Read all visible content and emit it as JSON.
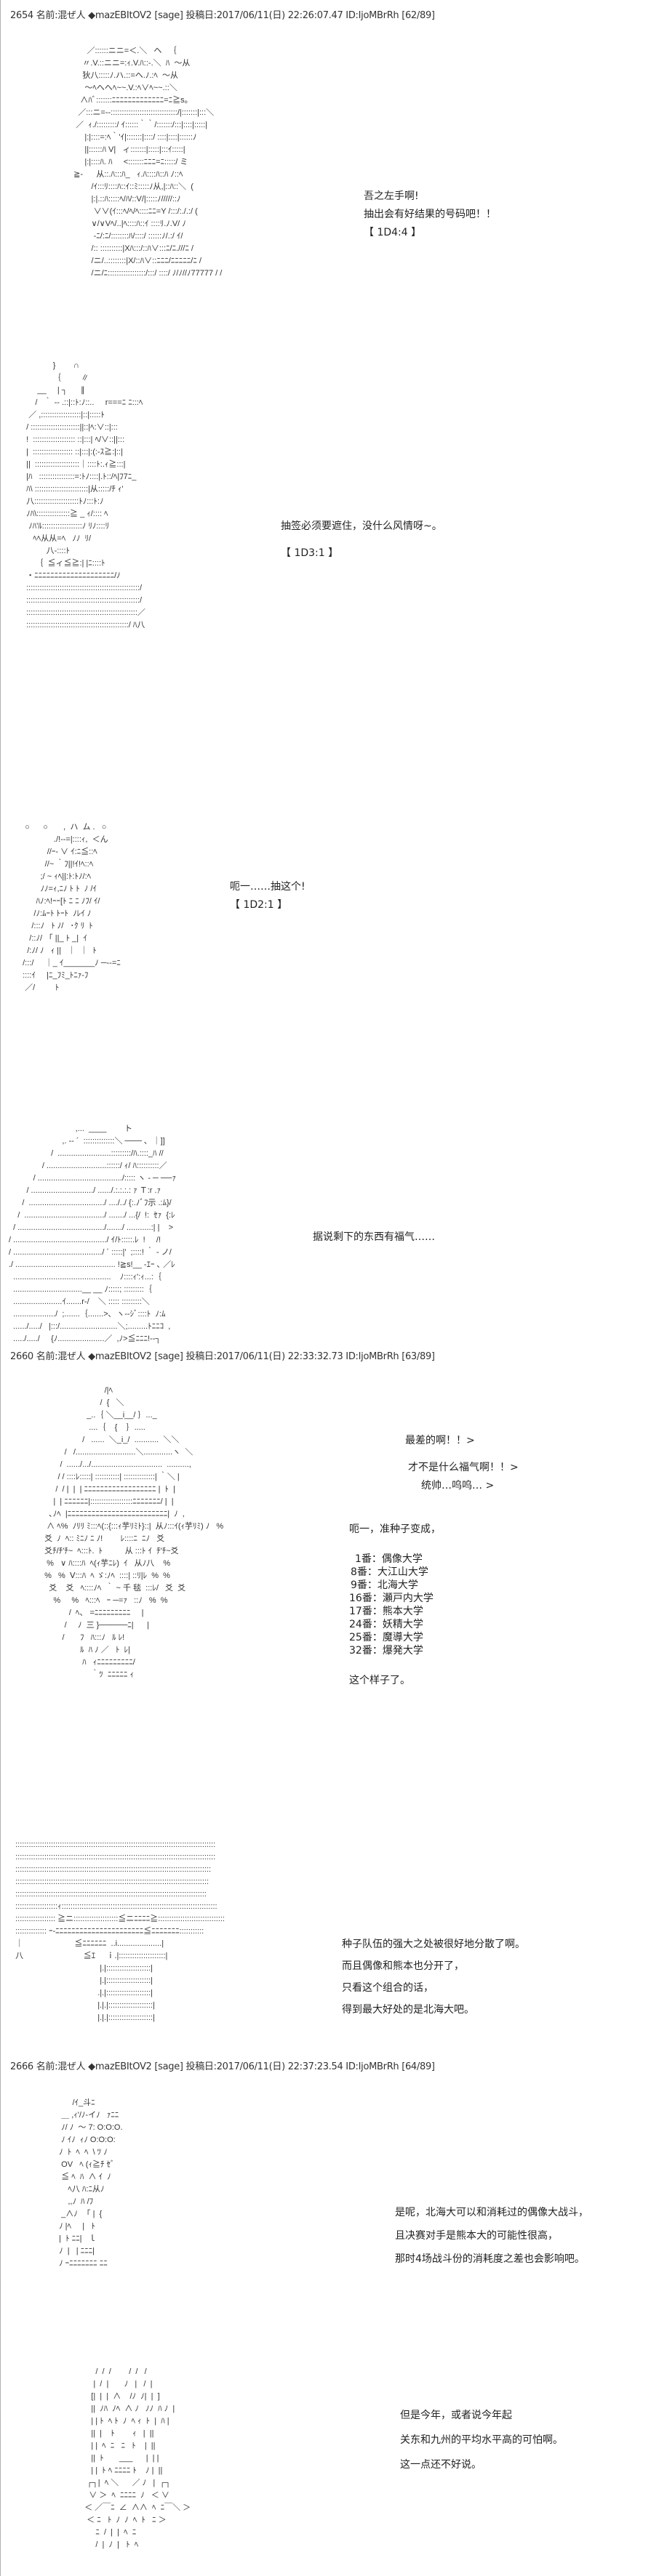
{
  "posts": [
    {
      "header": "2654 名前:混ぜ人 ◆mazEBItOV2 [sage] 投稿日:2017/06/11(日) 22:26:07.47 ID:IjoMBrRh [62/89]"
    },
    {
      "header": "2660 名前:混ぜ人 ◆mazEBItOV2 [sage] 投稿日:2017/06/11(日) 22:33:32.73 ID:IjoMBrRh [63/89]"
    },
    {
      "header": "2666 名前:混ぜ人 ◆mazEBItOV2 [sage] 投稿日:2017/06/11(日) 22:37:23.54 ID:IjoMBrRh [64/89]"
    }
  ],
  "dialogs": {
    "d1": [
      "吾之左手啊!",
      "抽出会有好结果的号码吧！！",
      "【 1D4:4 】"
    ],
    "d2": [
      "抽签必须要遮住，没什么风情呀~。",
      "【 1D3:1 】"
    ],
    "d3": [
      "呃一……抽这个!",
      "【 1D2:1 】"
    ],
    "d4": [
      "据说剩下的东西有福气……"
    ],
    "d5": [
      "最差的啊！！>",
      "才不是什么福气啊！！>",
      "统帅…呜呜… >"
    ],
    "d6_intro": "呃一，准种子变成，",
    "d6_list": [
      "1番：偶像大学",
      "8番：大江山大学",
      "9番：北海大学",
      "16番：瀬戸内大学",
      "17番：熊本大学",
      "24番：妖精大学",
      "25番：魔導大学",
      "32番：爆発大学"
    ],
    "d6_outro": "这个样子了。",
    "d7": [
      "种子队伍的强大之处被很好地分散了啊。",
      "而且偶像和熊本也分开了，",
      "只看这个组合的话，",
      "得到最大好处的是北海大吧。"
    ],
    "d8": [
      "是呢，北海大可以和消耗过的偶像大战斗，",
      "且决赛对手是熊本大的可能性很高，",
      "那时4场战斗份的消耗度之差也会影响吧。"
    ],
    "d9": [
      "但是今年，或者说今年起",
      "关东和九州的平均水平高的可怕啊。",
      "这一点还不好说。"
    ]
  },
  "ascii_art": {
    "a1": [
      "        ／::::::ニニ=＜.＼   ヘ   ｛",
      "      〃.V.::ニニ=:ｨ.V.ﾊ::-.＼  ﾊ  ～从",
      "      狄八:::::ﾉ.ハ.::=ヘ.ﾉ.:ﾍ  ～从",
      "       ～ﾍへへﾍ~~.V.:ﾍ∨ﾍ~~.::＼",
      "     ∧ﾊﾞ:::::::ﾆﾆﾆﾆﾆﾆﾆﾆﾆﾆﾆﾆﾆ=ﾆ≧s。",
      "    ／:::ニ=-‐::::::::::::::::::::::::::::::/|:::::::|:::＼",
      "   ／  ｨ./:::::::::/ ｲ::::::｀｀/:::::::/:::|::::|:::::|",
      "       |:|::::=:ﾍ｀'ｲ|:::::::|::::/ ::::|::::|::::::ﾉ",
      "       ||::::::ﾊ V|   ィ:::::::|:::::|:::ｲ:::::|",
      "       |:|::::ﾊ. ﾊ     <:::::::ﾆﾆﾆ=ﾆ:::::/ ミ",
      "  ≧-      从::.ﾊ:::ﾊ_   ｨ.ﾊ::::ﾊ::ﾊ ﾉ::ﾍ",
      "          /ｲ:::ﾘ::::ﾊ::ｲ::ﾐ:::::ﾉ从,|::ﾊ::＼  (",
      "          |:|.::ﾊ:::::ﾍ/ﾊ/::V/|:::::ﾉ/////::ﾉ",
      "           ∨∨(ｲ:::ﾍ/ﾍ/ﾍ::::ﾆﾆ=Y /:::/:./.:/ (",
      "          ∨/∨Vﾍ/..|ﾍ::::ﾊ::ｲ ::::ﾘ.ﾉ.V/ ﾉ",
      "           -ﾆ/:ﾆ/::::::::ﾊ/::::/ ::::::ﾉ/.:/ ｲ/",
      "          /:: ::::::::::|Xﾊ:::/::ﾊ∨:::ﾆ/ﾆ.///ﾆ /",
      "          /ニ/..::::::::|X/::ﾊ∨::ﾆﾆﾆ/ﾆﾆﾆﾆﾆ/ﾆ /",
      "          /ニ/ﾆ:::::::::::::::::/:::/ ::::/ ﾉ/ﾉ//ﾉ77777 / /"
    ],
    "a2": [
      "              }        ∩",
      "              ｛         ∥",
      "       __     | ┐      ∥",
      "      /   ｀ -‐ .::|::ﾄ:ﾉ::..     r===ﾆ ﾆ:::ﾍ",
      "   ／ ,::::::::::::::::::|::|:::::ﾄ",
      "  / ::::::::::::::::::::::||::|ﾍ:∨::|:::",
      "  !  ::::::::::::::::::: ::|:::| ﾍ/∨::||:::",
      "  |  :::::::::::::::::: ::|:::|:(:-ｽ≧:|::|",
      "  ||  ::::::::::::::::::::｜::::ﾄ:.ｨ≧:::|",
      "  |ﾊ   ::::::::::::::::=:ﾄﾉ::::|.ﾄ::/ﾍ|ﾌ7ﾆ_",
      "  ﾊ\\ ::::::::::::::::::::::::|从:::::/ﾁ ｨ'",
      "  八::::::::::::::::::::ﾄﾉ:::ﾄ:ﾉ",
      "  ﾉﾊ\\:::::::::::::::≧ _ ｨ/:::: ﾍ",
      "   ﾉﾊ'ﾙ::::::::::::::::::ﾉ ﾘﾉ::::ﾘ",
      "     ﾍﾍ从从=ﾍ   ﾉﾉ  ﾘ/",
      "           八-::::ﾄ",
      "      ｛  ≦ィ≦≧:| |ﾆ::::ﾄ",
      "  ・ﾆﾆﾆﾆﾆﾆﾆﾆﾆﾆﾆﾆﾆﾆﾆﾆﾆﾆﾆﾆ/ﾉ",
      "  :::::::::::::::::::::::::::::::::::::::::::::::::::/",
      "  :::::::::::::::::::::::::::::::::::::::::::::::::::/",
      "  ::::::::::::::::::::::::::::::::::::::::::::::::::／",
      "  ::::::::::::::::::::::::::::::::::::::::::::::/ ﾊ八"
    ],
    "a3": [
      "   ○      ○       ,  ハ  ム .   ○",
      "                ./!--=|::::ｨ,  ＜ん",
      "             //ｰ- ∨ ｲ:ﾆ≦::ﾍ",
      "            //~ ｀ﾌ||!ｲ!ﾍ::ﾍ",
      "          ;/ ~ ｨﾍ||:ﾄ:ﾄﾉ/:ﾍ",
      "          ﾉﾉ=ｨ,ﾆﾉ ﾄ ﾄ  ﾉ /ｲ",
      "        ﾊﾉ:ﾍ!ｰｰ[ﾄ ﾆ ﾆ ﾉﾌ/ ｲ/",
      "       /ﾉ:ﾑｰﾄ ﾄｰﾄ  ﾉﾚｲ ﾉ",
      "      /:::ﾉ   ﾄ ﾉ/   ･ｸ ﾘ  ﾄ",
      "     /::ﾉ/   ｢ ||_ ﾄ _|  ｲ",
      "    /:ﾉ/ ﾉ   ｨ ||   ｜  ｜  ﾄ",
      "  /:::/     ｜_ ｲ_______ﾉ ─--=ﾆ",
      "  ::::ｲ     |ﾆ_ﾌﾐ_ﾄﾆｧ-ﾌ",
      "   ／/         ﾄ"
    ],
    "a4": [
      "                              ,...  ____        ト",
      "                        ,. -‐ ´  ::::::::::::::＼ ─── ､  ｜]]",
      "                   /  ........................:::::::::/ﾊ.::::_ﾊ //",
      "               / ...........................::::::/ ｨ/ ﾊ::::::::::／",
      "           / ....................................../::::: ヽ - ─ ──ｧ",
      "        / ............................/ ....../.:.:.:.: ｧ Ｔ:r .ｧ",
      "      /  ................................../ ..../../ {:.ﾉﾞﾌ示 .:ﾑ}/",
      "    /  ..................................../ ......./ ...{/  !:  ｾｧ  {:ﾚ",
      "  / ......................................./......./ ...........:| |    >",
      "/ ........................................../ ｲ/ﾄ:::::.ﾚ  !     /!",
      "/ ......................................../ ´ :::::|'  ;::::! ｀ - ノ/",
      "./ ............................................. !≧s!__ -ｴｰ ､ ／ﾚ",
      "  ............................................    ﾉ::::ｨ':ｨ...:｛",
      "  ...............................__ __ ﾉ:::::; :::::::::｛",
      "  ......................ｲ.......r-/    ＼ ::::: :::::::::＼",
      "  .................../  ;.......｛.......>､  ヽ--ｼﾞ::::ﾄ  ﾉ:ﾑ",
      "  ....../...../   |:::/..........................＼;.........ﾄﾆﾆｺ  ,",
      "  ...../...../     {ﾉ.....................／  ,ﾉ>≦ﾆﾆﾆ!--┐"
    ],
    "a5": [
      "                             /|ﾍ",
      "                           /  {   ＼",
      "                     _..｛ ＼__i__/ ｝..._",
      "                      ....｛    {    ｝.....",
      "                   /   ......  ＼_i_/  ...........  ＼＼",
      "           /   /...........................＼.............ヽ  ＼",
      "         /  ....../.../................................  ..........,",
      "        / / ::::ﾚ:::::| :::::::::::| ::::::::::::::| ｀＼ |",
      "       /  / |  |  | ﾆﾆﾆﾆﾆﾆﾆﾆﾆﾆﾆﾆﾆﾆﾆﾆﾆﾆ |  ﾄ  |",
      "      |  | ﾆﾆﾆﾆﾆﾆ|:::::::::::::::::::ﾆﾆﾆﾆﾆﾆﾆ/ |  |",
      "    ､ﾉﾍ  |ﾆﾆﾆﾆﾆﾆﾆﾆﾆﾆﾆﾆﾆﾆﾆﾆﾆﾆﾆﾆﾆﾆﾆﾆﾆ|  ﾉ  ,",
      "   ∧ ﾍ%  ﾉﾘﾘ ﾐ:::ﾍ(::{:::ｨ芋ﾘﾐﾄ}::|  从ﾉ:::ｲ(ｨ芋ﾘﾐ) ﾉ   %",
      "  爻  ﾉ  ﾍ:: ﾐﾆﾉ ﾆ ﾉ!        ﾚ::::ﾆ  ﾆﾉ   爻",
      "  爻ﾁ/ﾁ'ﾁ~  ﾍ:::ﾄ.  ﾄ          从 :::ﾄ ｲ  ﾁ'ﾁ~爻",
      "   %   ∨ ﾊ::::ﾊ  ﾍ(ｨ芋ﾆﾚ)  ｲ   从ﾉ八    %",
      "  %   %  Ⅴ:::ﾊ  ﾍ ゞ:ﾉﾍ  ::::| ::ﾘ|ﾚ  %  %",
      "    爻    爻   ﾍ::::ﾉﾍ  ｀ ~ 千 毯  :::ﾚ/   爻  爻",
      "      %     %   ﾍ:::ﾍ   ｰ ─=ｧ   ::ﾉ   %  %",
      "             /  ﾍ、 =ﾆﾆﾆﾆﾆﾆﾆﾆﾆ     |",
      "           /     ﾉ  三 }─────ﾆ|      |",
      "          /       ﾌ   ﾊ:::ﾉ   ﾙ ﾚ!",
      "                  ﾙ  ﾊ ﾉ ／   ﾄ  ﾚ|",
      "                   ﾊ   ｨﾆﾆﾆﾆﾆﾆﾆﾆﾆ/",
      "                       ｀ﾂ  ﾆﾆﾆﾆﾆ ｨ"
    ],
    "a6": [
      "  ::::::::::::::::::::::::::::::::::::::::::::::::::::::::::::::::::::::::::::::::::::::::::",
      "  ::::::::::::::::::::::::::::::::::::::::::::::::::::::::::::::::::::::::::::::::::::::::::",
      "  ::::::::::::::::::::::::::::::::::::::::::::::::::::::::::::::::::::::::::::::::::::::::",
      "  :::::::::::::::::::::::::::::::::::::::::::::::::::::::::::::::::::::::::::::::::::::::",
      "  ::::::::::::::::::::::::::::::::::::::::::::::::::::::::::::::::::::::::::::::::::::::",
      "  :::::::::::::::::::ｨ::::::::::::::::::::::::::::::::::::::::::::::::::::::::::::::::::::::",
      "  :::::::::::::::::: ≧ニ::::::::::::::::::::≦ニﾆﾆﾆﾆ≧::::::::::::::::::::::::::::::",
      "  :::::::::::::: ｰ-ﾆﾆﾆﾆﾆﾆﾆﾆﾆﾆﾆﾆﾆﾆﾆﾆﾆﾆﾆﾆﾆﾆ≦ﾆﾆﾆﾆﾆﾆﾆ:::::::::::",
      "  ｜                       ≦ﾆﾆﾆﾆﾆﾆ  ..i....................|",
      "  八                           ≦ｴ     ｉ.|:::::::::::::::::::::|",
      "                                        |.|::::::::::::::::::::|",
      "                                        |.|::::::::::::::::::::|",
      "                                       .|.|::::::::::::::::::::|",
      "                                       |.|.|::::::::::::::::::::|",
      "                                       |.|.|::::::::::::::::::::|"
    ],
    "a7": [
      "        /ｲ_斗ﾆ",
      "   ＿ ,ｨ'/ﾉ-イﾉ   ｧﾆﾆ",
      "   ﾉ/ ﾉ  ～ 7: O:O:O.",
      "   ﾉ ｲﾉ  ｨﾉ O:O:O:",
      "  ﾉ  ﾄ  ﾍ  ﾍ  \\ ﾂ ﾉ",
      "   OV   ﾍ (ｨ≧ﾁ ｾﾞ",
      "   ≦ ﾍ  ﾊ  ∧ ｲ  ﾉ",
      "      ﾍ八 ﾊ:ﾆ从ﾉ",
      "      ,,ﾉ  ﾊ /ﾌ",
      "   _∧ﾉ    ｢ |  {",
      "  ﾉ |ﾍ     |   ﾄ",
      "  |  ﾄ ﾆﾆ|   ｌ",
      "  ﾉ  |   | ﾆﾆﾆ|",
      "  ﾉ ｰﾆﾆﾆﾆﾆﾆﾆ ﾆﾆ"
    ],
    "a8": [
      "       /  /  /        /  /   /",
      "      |  /  |       ﾉ   |   /  |",
      "     [|  |  |  ∧    /ﾉ  ﾉ|  |  ]",
      "     ||  ﾉﾊ  ﾉﾍ  ∧ ﾉ   ﾉﾉ  ﾊ ﾉ  |",
      "     | | ﾄ  ﾍ ﾄ  ﾉ  ﾍ ｨ  ﾄ  |  ﾊ |",
      "     ||  |    ﾄ        ｨ   |  ||",
      "     | |  ﾍ  ﾆ   ﾆ   ﾄ    |  ||",
      "     ||  ﾄ       ___      |  | |",
      "     | |  ﾄ ﾍ ﾆﾆﾆﾆ ﾄ    ﾉ |  ||",
      "   ┌┐|  ﾍ ＼      ／ ﾉ   |  ┌┐",
      "    ∨ ＞  ﾍ  ﾆﾆﾆﾆ  ﾉ   ＜ ∨",
      "  ＜ ／￣ﾆ  ∠  ∧∧  ﾍ  ﾆ￣＼ ＞",
      "   ＜ ﾆ   ﾄ  ﾉ  ﾉ  ﾍ  ﾄ   ﾆ ＞",
      "       ﾆ  /  |  |  ﾍ  ﾆ",
      "       /  |  ﾉ  |   ﾄ  ﾍ"
    ]
  }
}
